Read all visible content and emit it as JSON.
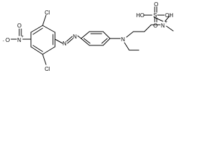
{
  "structure": {
    "atoms": {
      "cl_top": "Cl",
      "cl_bottom": "Cl",
      "nitro_o_top": "O",
      "nitro_n": "N",
      "nitro_n_charge": "+",
      "nitro_o_left": "O",
      "nitro_o_charge": "-",
      "azo_n1": "N",
      "azo_n2": "N",
      "amine_n": "N",
      "ammonium_n": "N",
      "ammonium_charge": "+"
    },
    "sulfate": {
      "ho_label": "HO",
      "s_label": "S",
      "oh_label": "OH",
      "o_top": "O",
      "o_bottom": "O"
    }
  }
}
